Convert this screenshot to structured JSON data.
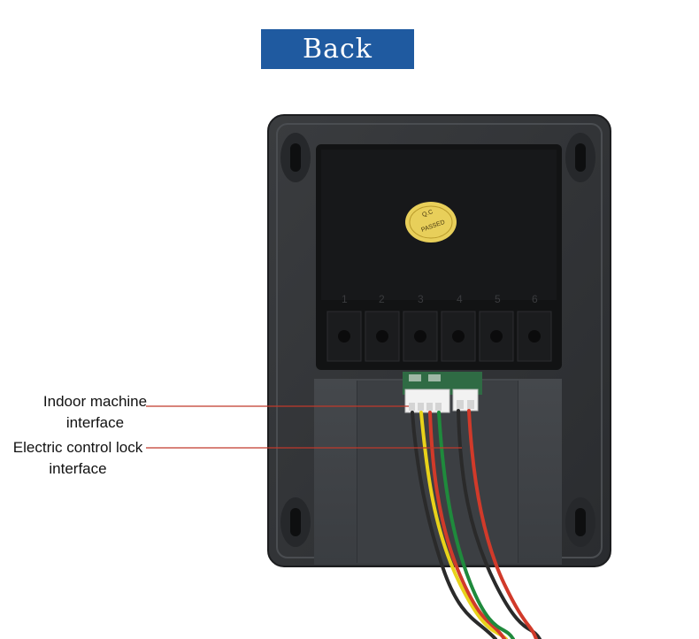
{
  "banner": {
    "title": "Back",
    "color": "#1f5aa0"
  },
  "device": {
    "seal": {
      "line1": "Q.C",
      "line2": "PASSED"
    },
    "terminal_numbers": [
      "1",
      "2",
      "3",
      "4",
      "5",
      "6"
    ]
  },
  "callouts": [
    {
      "line1": "Indoor machine",
      "line2": "interface"
    },
    {
      "line1": "Electric control lock",
      "line2": "interface"
    }
  ],
  "wire_colors": [
    "#e8d21a",
    "#2a2a2a",
    "#1f8a3c",
    "#d13a2a"
  ]
}
